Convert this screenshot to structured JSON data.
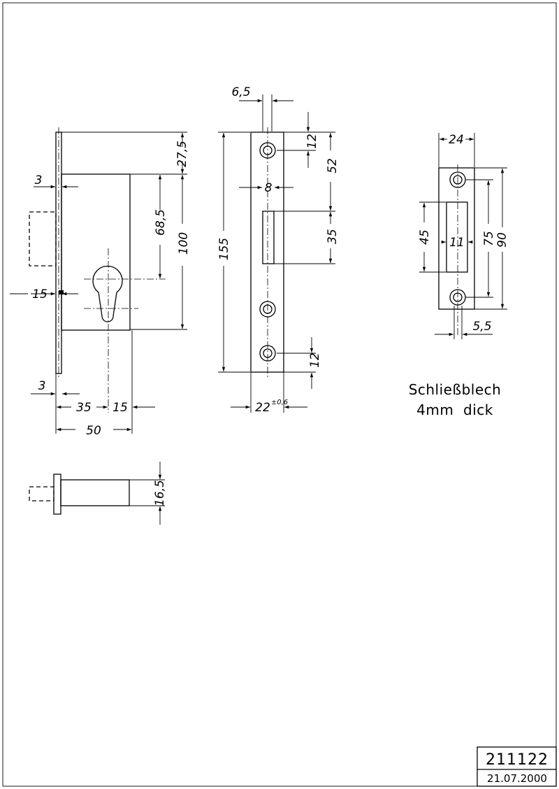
{
  "drawing": {
    "dimensions": {
      "faceplate_top_offset": "27,5",
      "faceplate_thickness": "3",
      "backset": "68,5",
      "case_height": "100",
      "cylinder_offset": "15",
      "bottom_thickness": "3",
      "backset_35": "35",
      "center_15": "15",
      "case_depth": "50",
      "bolt_height": "16,5",
      "plate_offset": "6,5",
      "hole_top": "12",
      "hole_spacing": "52",
      "bolt_width": "8",
      "bolt_opening": "35",
      "faceplate_length": "155",
      "hole_bottom": "12",
      "faceplate_width": "22",
      "faceplate_width_tol": "±0,6",
      "strike_width": "24",
      "strike_opening_h": "45",
      "strike_opening_w": "11",
      "strike_hole_spacing": "75",
      "strike_height": "90",
      "strike_hole_offset": "5,5"
    },
    "strike_label_line1": "Schließblech",
    "strike_label_line2": "4mm  dick"
  },
  "title_block": {
    "number": "211122",
    "date": "21.07.2000"
  }
}
